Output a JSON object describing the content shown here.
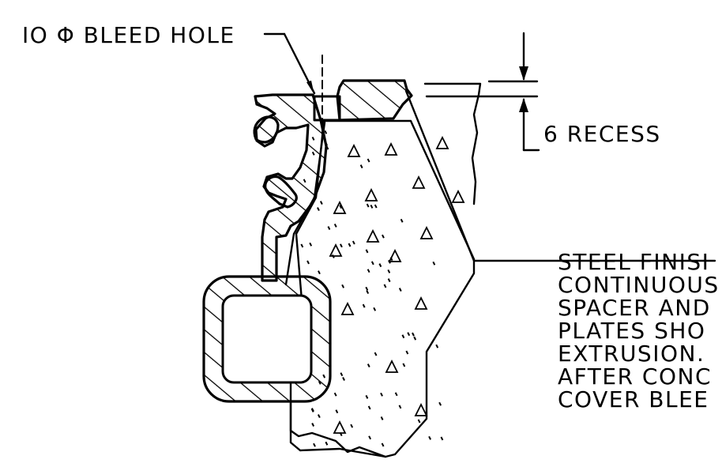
{
  "labels": {
    "bleed_hole": "IO Φ BLEED HOLE",
    "recess": "6  RECESS",
    "note_lines": [
      "STEEL FINISI",
      "CONTINUOUS",
      "SPACER AND",
      "PLATES SHO",
      "EXTRUSION.",
      "AFTER CONC",
      "COVER BLEE"
    ]
  },
  "colors": {
    "ink": "#000000",
    "paper": "#ffffff"
  }
}
